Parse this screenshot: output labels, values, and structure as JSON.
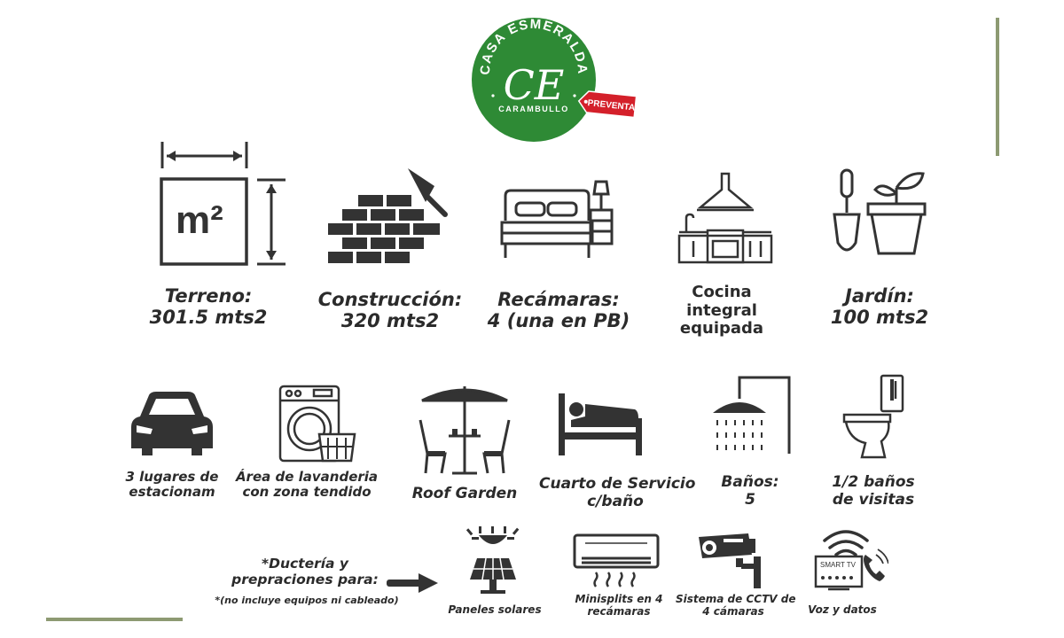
{
  "logo": {
    "brand": "CASA ESMERALDA",
    "monogram": "CE",
    "location": "CARAMBULLO",
    "tag": "PREVENTA",
    "colors": {
      "circle": "#2e8a35",
      "tag": "#d4202a"
    }
  },
  "row1": [
    {
      "icon": "area-m2-icon",
      "icon_text": "m²",
      "lines": [
        "Terreno:",
        "301.5 mts2"
      ]
    },
    {
      "icon": "brick-wall-trowel-icon",
      "lines": [
        "Construcción:",
        "320 mts2"
      ]
    },
    {
      "icon": "bedroom-icon",
      "lines": [
        "Recámaras:",
        "4 (una en PB)"
      ]
    },
    {
      "icon": "kitchen-icon",
      "lines": [
        "Cocina",
        "integral",
        "equipada"
      ]
    },
    {
      "icon": "garden-icon",
      "lines": [
        "Jardín:",
        "100 mts2"
      ]
    }
  ],
  "row2": [
    {
      "icon": "car-icon",
      "lines": [
        "3 lugares de",
        "estacionam"
      ]
    },
    {
      "icon": "washing-machine-icon",
      "lines": [
        "Área de lavanderia",
        "con zona tendido"
      ]
    },
    {
      "icon": "umbrella-table-icon",
      "lines": [
        "Roof Garden"
      ]
    },
    {
      "icon": "bed-person-icon",
      "lines": [
        "Cuarto de Servicio",
        "c/baño"
      ]
    },
    {
      "icon": "shower-icon",
      "lines": [
        "Baños:",
        "5"
      ]
    },
    {
      "icon": "toilet-icon",
      "lines": [
        "1/2 baños",
        "de visitas"
      ]
    }
  ],
  "row3": {
    "note_lines": [
      "*Ductería y",
      "prepraciones para:"
    ],
    "footnote": "*(no incluye equipos ni cableado)",
    "arrow_icon": "arrow-right-icon",
    "items": [
      {
        "icon": "solar-panel-icon",
        "lines": [
          "Paneles solares"
        ]
      },
      {
        "icon": "air-conditioner-icon",
        "lines": [
          "Minisplits en 4",
          "recámaras"
        ]
      },
      {
        "icon": "cctv-camera-icon",
        "lines": [
          "Sistema de CCTV de",
          "4 cámaras"
        ]
      },
      {
        "icon": "smart-tv-phone-icon",
        "icon_text": "SMART TV",
        "lines": [
          "Voz y datos"
        ]
      }
    ]
  },
  "accent_colors": {
    "line": "#8d9a72",
    "icon": "#333333"
  }
}
